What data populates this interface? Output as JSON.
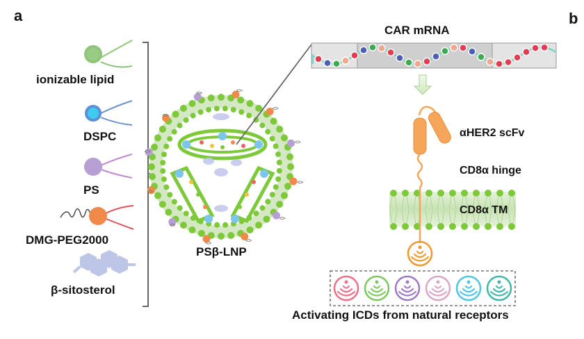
{
  "panels": {
    "a": "a",
    "b": "b"
  },
  "components": [
    {
      "label": "ionizable lipid",
      "icon": "lipid-icon",
      "color": "#8fc57a"
    },
    {
      "label": "DSPC",
      "icon": "lipid-icon",
      "color": "#4aa3e0"
    },
    {
      "label": "PS",
      "icon": "lipid-icon",
      "color": "#b79fd4"
    },
    {
      "label": "DMG-PEG2000",
      "icon": "peg-lipid-icon",
      "color": "#f08a4b"
    },
    {
      "label": "β-sitosterol",
      "icon": "sterol-icon",
      "color": "#b7c0e6"
    }
  ],
  "nanoparticle": {
    "label": "PSβ-LNP"
  },
  "mrna": {
    "label": "CAR mRNA"
  },
  "car": {
    "scfv_label": "αHER2 scFv",
    "hinge_label": "CD8α hinge",
    "tm_label": "CD8α TM",
    "color": "#f5a65b"
  },
  "icds": {
    "label": "Activating ICDs from natural receptors",
    "colors": [
      "#ef6f8a",
      "#7cc85c",
      "#9b7ac6",
      "#d9a6c8",
      "#4cc6e6",
      "#3fb7a8"
    ]
  },
  "colors": {
    "membrane_head": "#7dc93a",
    "membrane_band": "#cfe6b8",
    "arrow": "#d8ebc8"
  }
}
